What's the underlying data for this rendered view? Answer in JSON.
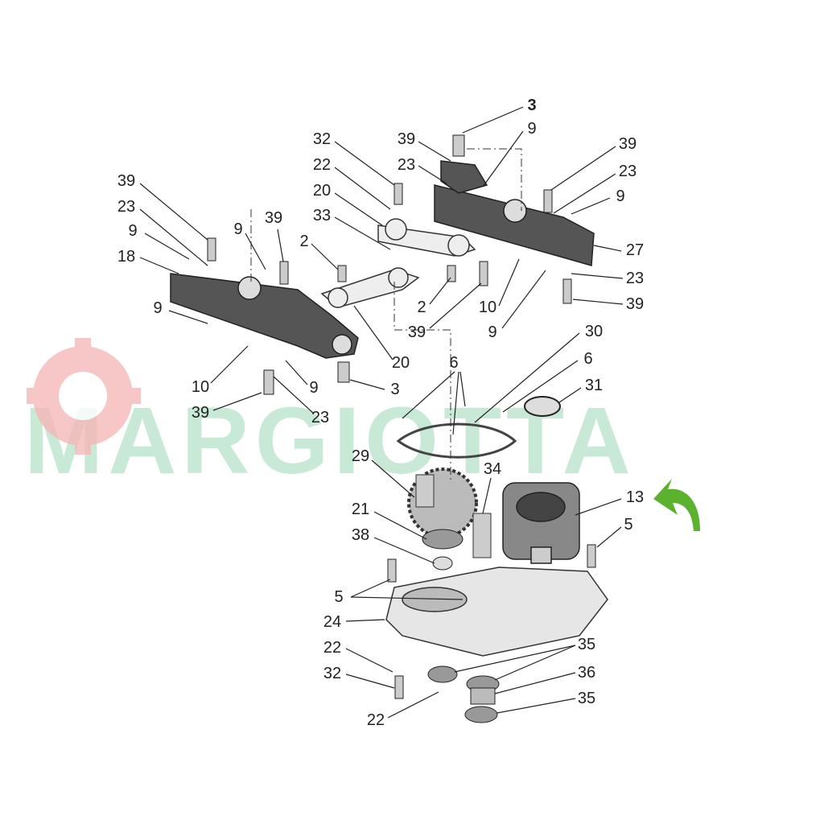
{
  "watermark": {
    "text": "MARGIOTTA",
    "color": "#bfe6cf",
    "gear_color": "#f6b8b8",
    "arrow_color": "#5bb22e",
    "arrow_icon": "curved-arrow-icon"
  },
  "labels": [
    "3",
    "9",
    "39",
    "23",
    "32",
    "22",
    "20",
    "33",
    "39",
    "23",
    "9",
    "27",
    "23",
    "39",
    "39",
    "23",
    "9",
    "18",
    "9",
    "39",
    "2",
    "2",
    "39",
    "10",
    "9",
    "9",
    "10",
    "9",
    "39",
    "23",
    "20",
    "3",
    "30",
    "6",
    "31",
    "6",
    "29",
    "34",
    "13",
    "5",
    "21",
    "38",
    "5",
    "24",
    "22",
    "32",
    "22",
    "35",
    "36",
    "35"
  ]
}
